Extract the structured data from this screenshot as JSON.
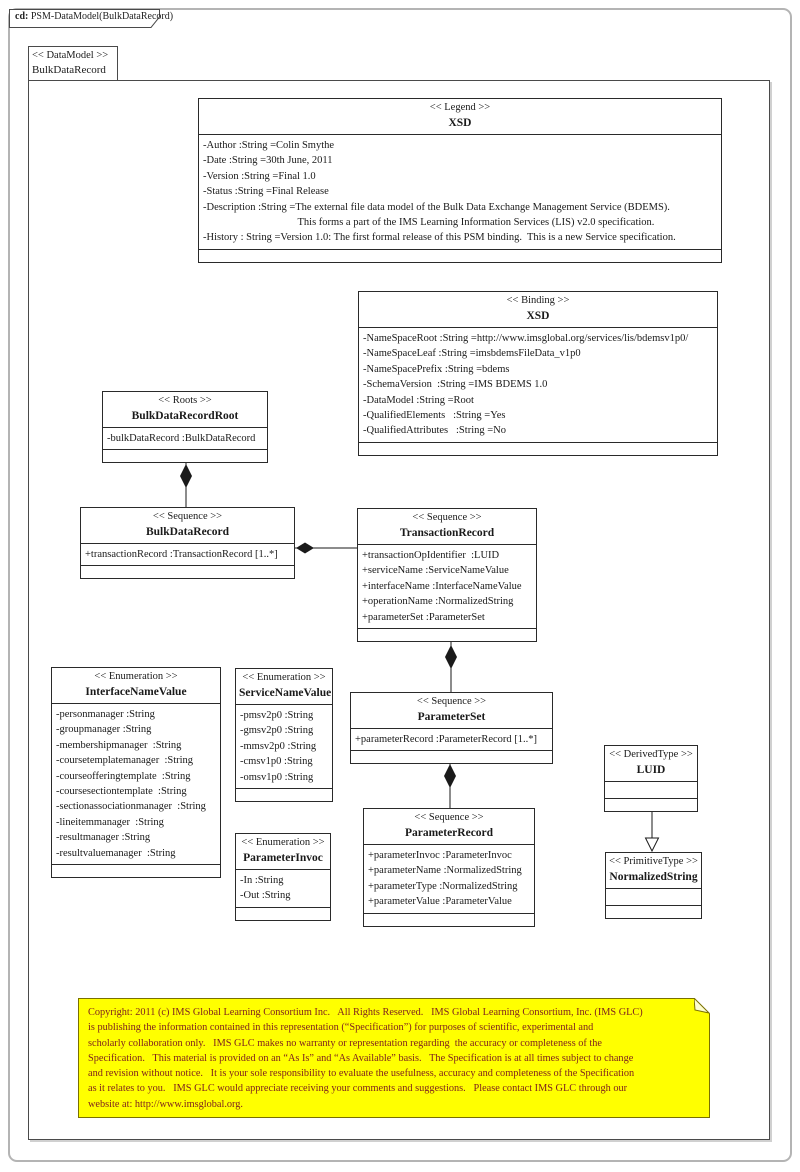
{
  "frame": {
    "tab_prefix": "cd:",
    "tab_title": " PSM-DataModel(BulkDataRecord)"
  },
  "datamodel": {
    "stereotype": "<< DataModel >>",
    "name": "BulkDataRecord"
  },
  "classes": {
    "legend": {
      "stereotype": "<< Legend >>",
      "name": "XSD",
      "attributes": [
        "-Author :String =Colin Smythe",
        "-Date :String =30th June, 2011",
        "-Version :String =Final 1.0",
        "-Status :String =Final Release",
        "-Description :String =The external file data model of the Bulk Data Exchange Management Service (BDEMS).",
        "                                    This forms a part of the IMS Learning Information Services (LIS) v2.0 specification.",
        "-History : String =Version 1.0: The first formal release of this PSM binding.  This is a new Service specification."
      ]
    },
    "binding": {
      "stereotype": "<< Binding  >>",
      "name": "XSD",
      "attributes": [
        "-NameSpaceRoot :String =http://www.imsglobal.org/services/lis/bdemsv1p0/",
        "-NameSpaceLeaf :String =imsbdemsFileData_v1p0",
        "-NameSpacePrefix :String =bdems",
        "-SchemaVersion  :String =IMS BDEMS 1.0",
        "-DataModel :String =Root",
        "-QualifiedElements   :String =Yes",
        "-QualifiedAttributes   :String =No"
      ]
    },
    "roots": {
      "stereotype": "<< Roots >>",
      "name": "BulkDataRecordRoot",
      "attributes": [
        "-bulkDataRecord :BulkDataRecord"
      ]
    },
    "bulkDataRecord": {
      "stereotype": "<< Sequence  >>",
      "name": "BulkDataRecord",
      "attributes": [
        "+transactionRecord :TransactionRecord [1..*]"
      ]
    },
    "transactionRecord": {
      "stereotype": "<< Sequence  >>",
      "name": "TransactionRecord",
      "attributes": [
        "+transactionOpIdentifier  :LUID",
        "+serviceName :ServiceNameValue",
        "+interfaceName :InterfaceNameValue",
        "+operationName :NormalizedString",
        "+parameterSet :ParameterSet"
      ]
    },
    "interfaceNameValue": {
      "stereotype": "<< Enumeration   >>",
      "name": "InterfaceNameValue",
      "attributes": [
        "-personmanager :String",
        "-groupmanager :String",
        "-membershipmanager  :String",
        "-coursetemplatemanager  :String",
        "-courseofferingtemplate  :String",
        "-coursesectiontemplate  :String",
        "-sectionassociationmanager  :String",
        "-lineitemmanager  :String",
        "-resultmanager :String",
        "-resultvaluemanager  :String"
      ]
    },
    "serviceNameValue": {
      "stereotype": "<< Enumeration  >>",
      "name": "ServiceNameValue",
      "attributes": [
        "-pmsv2p0 :String",
        "-gmsv2p0 :String",
        "-mmsv2p0 :String",
        "-cmsv1p0 :String",
        "-omsv1p0 :String"
      ]
    },
    "parameterSet": {
      "stereotype": "<< Sequence >>",
      "name": "ParameterSet",
      "attributes": [
        "+parameterRecord :ParameterRecord [1..*]"
      ]
    },
    "parameterRecord": {
      "stereotype": "<< Sequence >>",
      "name": "ParameterRecord",
      "attributes": [
        "+parameterInvoc :ParameterInvoc",
        "+parameterName :NormalizedString",
        "+parameterType :NormalizedString",
        "+parameterValue :ParameterValue"
      ]
    },
    "parameterInvoc": {
      "stereotype": "<< Enumeration  >>",
      "name": "ParameterInvoc",
      "attributes": [
        "-In :String",
        "-Out :String"
      ]
    },
    "luid": {
      "stereotype": "<< DerivedType  >>",
      "name": "LUID",
      "attributes": []
    },
    "normalizedString": {
      "stereotype": "<< PrimitiveType   >>",
      "name": "NormalizedString",
      "attributes": []
    }
  },
  "note": {
    "lines": [
      "Copyright: 2011 (c) IMS Global Learning Consortium Inc.   All Rights Reserved.   IMS Global Learning Consortium, Inc. (IMS GLC)",
      "is publishing the information contained in this representation (“Specification”) for purposes of scientific, experimental and",
      "scholarly collaboration only.   IMS GLC makes no warranty or representation regarding  the accuracy or completeness of the",
      "Specification.   This material is provided on an “As Is” and “As Available” basis.   The Specification is at all times subject to change",
      "and revision without notice.   It is your sole responsibility to evaluate the usefulness, accuracy and completeness of the Specification",
      "as it relates to you.   IMS GLC would appreciate receiving your comments and suggestions.   Please contact IMS GLC through our",
      "website at: http://www.imsglobal.org."
    ]
  },
  "colors": {
    "note_bg": "#ffff00",
    "note_text": "#7d1f1f",
    "note_border": "#7a7000",
    "line_color": "#1a1a1a"
  }
}
